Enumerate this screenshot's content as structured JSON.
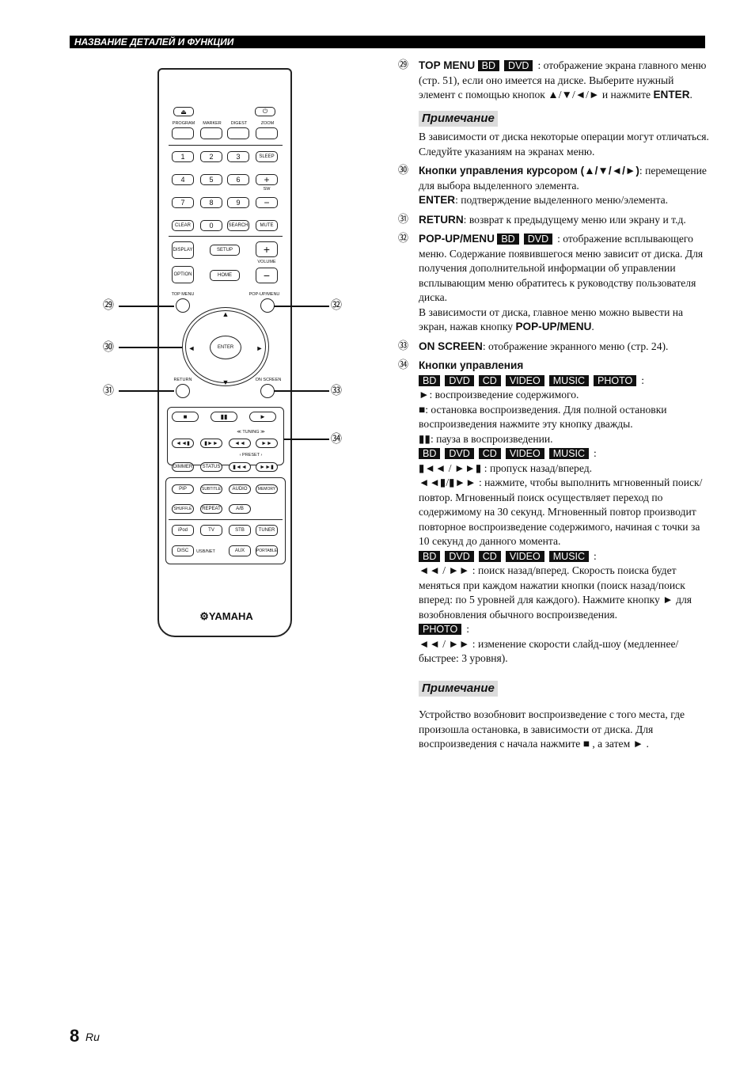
{
  "header": {
    "title": "НАЗВАНИЕ ДЕТАЛЕЙ И ФУНКЦИИ"
  },
  "remote": {
    "row_top": [
      "PROGRAM",
      "MARKER",
      "DIGEST",
      "ZOOM"
    ],
    "digits": [
      "1",
      "2",
      "3",
      "4",
      "5",
      "6",
      "7",
      "8",
      "9"
    ],
    "sleep": "SLEEP",
    "sw": "SW",
    "clear": "CLEAR",
    "zero": "0",
    "search": "SEARCH",
    "mute": "MUTE",
    "display": "DISPLAY",
    "setup": "SETUP",
    "option": "OPTION",
    "home": "HOME",
    "volume": "VOLUME",
    "top_menu": "TOP MENU",
    "popup_menu": "POP-UP/MENU",
    "enter": "ENTER",
    "return": "RETURN",
    "on_screen": "ON SCREEN",
    "tuning": "TUNING",
    "preset": "PRESET",
    "dimmer": "DIMMER",
    "status": "STATUS",
    "pip": "PIP",
    "subtitle": "SUBTITLE",
    "audio": "AUDIO",
    "memory": "MEMORY",
    "shuffle": "SHUFFLE",
    "repeat": "REPEAT",
    "ab": "A/B",
    "ipod": "iPod",
    "tv": "TV",
    "stb": "STB",
    "tuner": "TUNER",
    "disc": "DISC",
    "usb_net": "USB/NET",
    "aux": "AUX",
    "portable": "PORTABLE",
    "brand": "YAMAHA"
  },
  "callouts": {
    "n29": "㉙",
    "n30": "㉚",
    "n31": "㉛",
    "n32": "㉜",
    "n33": "㉝",
    "n34": "㉞"
  },
  "items": {
    "i29": {
      "marker": "㉙",
      "title": "TOP MENU",
      "tags": [
        "BD",
        "DVD"
      ],
      "text": ": отображение экрана главного меню (стр. 51), если оно имеется на диске. Выберите нужный элемент с помощью кнопок ▲/▼/◄/► и нажмите",
      "enter": "ENTER",
      "end": "."
    },
    "note1": {
      "head": "Примечание",
      "text": "В зависимости от диска некоторые операции могут отличаться. Следуйте указаниям на экранах меню."
    },
    "i30": {
      "marker": "㉚",
      "title": "Кнопки управления курсором (▲/▼/◄/►)",
      "text": ": перемещение для выбора выделенного элемента.",
      "enter": "ENTER",
      "text2": ": подтверждение выделенного меню/элемента."
    },
    "i31": {
      "marker": "㉛",
      "title": "RETURN",
      "text": ": возврат к предыдущему меню или экрану и т.д."
    },
    "i32": {
      "marker": "㉜",
      "title": "POP-UP/MENU",
      "tags": [
        "BD",
        "DVD"
      ],
      "text": ": отображение всплывающего меню. Содержание появившегося меню зависит от диска. Для получения дополнительной информации об управлении всплывающим меню обратитесь к руководству пользователя диска.",
      "text2": "В зависимости от диска, главное меню можно вывести на экран, нажав кнопку",
      "bold2": "POP-UP/MENU",
      "end": "."
    },
    "i33": {
      "marker": "㉝",
      "title": "ON SCREEN",
      "text": ": отображение экранного меню (стр. 24)."
    },
    "i34": {
      "marker": "㉞",
      "title": "Кнопки управления",
      "tags_a": [
        "BD",
        "DVD",
        "CD",
        "VIDEO",
        "MUSIC",
        "PHOTO"
      ],
      "play": ": воспроизведение содержимого.",
      "stop": ": остановка воспроизведения. Для полной остановки воспроизведения нажмите эту кнопку дважды.",
      "pause": ": пауза в воспроизведении.",
      "tags_b": [
        "BD",
        "DVD",
        "CD",
        "VIDEO",
        "MUSIC"
      ],
      "skip": ": пропуск назад/вперед.",
      "replay": ": нажмите, чтобы выполнить мгновенный поиск/повтор. Мгновенный поиск осуществляет переход по содержимому на 30 секунд. Мгновенный повтор производит повторное воспроизведение содержимого, начиная с точки за 10 секунд до данного момента.",
      "tags_c": [
        "BD",
        "DVD",
        "CD",
        "VIDEO",
        "MUSIC"
      ],
      "search": ": поиск назад/вперед. Скорость поиска будет меняться при каждом нажатии кнопки (поиск назад/поиск вперед: по 5 уровней для каждого). Нажмите кнопку",
      "search2": "для возобновления обычного воспроизведения.",
      "tags_d": [
        "PHOTO"
      ],
      "slide": ": изменение скорости слайд-шоу (медленнее/быстрее: 3 уровня)."
    },
    "note2": {
      "head": "Примечание",
      "text": "Устройство возобновит воспроизведение с того места, где произошла остановка, в зависимости от диска. Для воспроизведения с начала нажмите",
      "text2": ", а затем",
      "end": "."
    }
  },
  "footer": {
    "page": "8",
    "lang": "Ru"
  }
}
